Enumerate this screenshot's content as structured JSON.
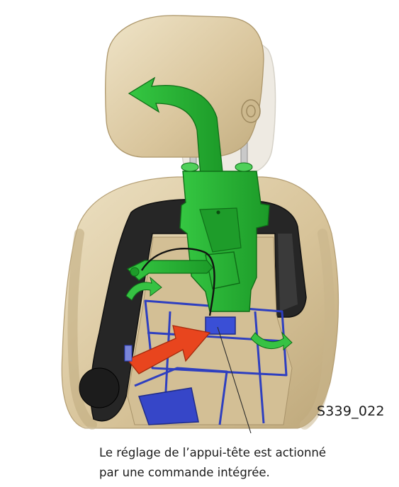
{
  "figure_reference": "S339_022",
  "caption": {
    "line1": "Le réglage de l’appui-tête est actionné",
    "line2": "par une commande intégrée."
  },
  "colors": {
    "upholstery": "#d8c49a",
    "headrest_ghost": "#eeeae2",
    "seat_frame": "#262626",
    "adjustment_mechanism": "#22b02e",
    "highlighted_part": "#2e3fc0",
    "action_arrow": "#e8451e"
  }
}
